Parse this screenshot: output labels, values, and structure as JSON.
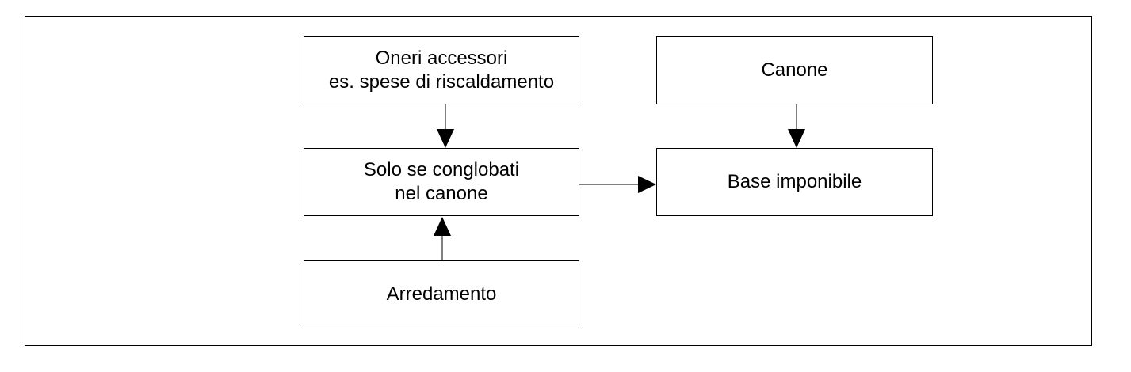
{
  "boxes": {
    "oneri": "Oneri accessori\nes. spese di riscaldamento",
    "canone": "Canone",
    "solo": "Solo se conglobati\nnel canone",
    "base": "Base imponibile",
    "arredamento": "Arredamento"
  }
}
